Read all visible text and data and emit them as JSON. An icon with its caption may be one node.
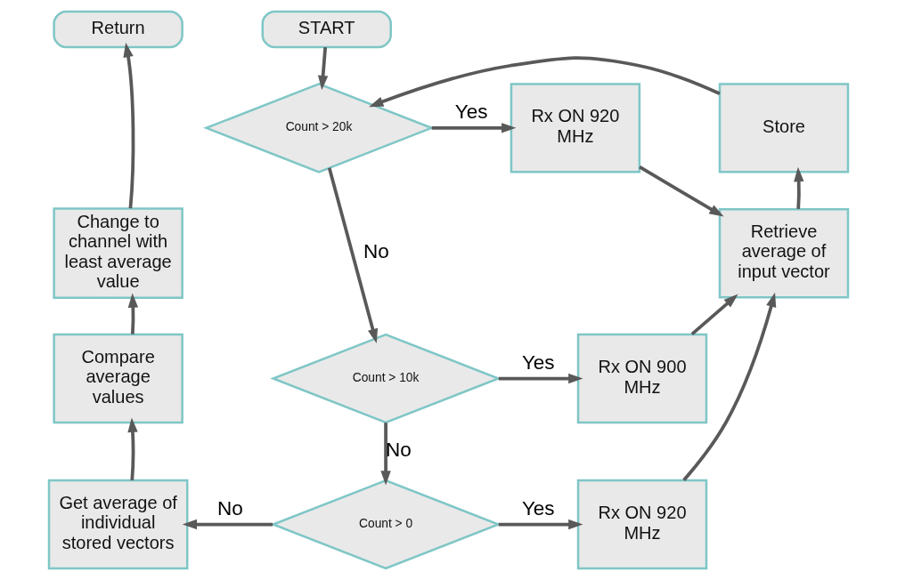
{
  "diagram": {
    "nodes": [
      {
        "text": [
          "Return"
        ]
      },
      {
        "text": [
          "START"
        ]
      },
      {
        "text": [
          "Count > 20k"
        ]
      },
      {
        "text": [
          "Rx ON 920 MHz"
        ]
      },
      {
        "text": [
          "Store"
        ]
      },
      {
        "text": [
          "Change to channel with least average value"
        ]
      },
      {
        "text": [
          "Retrieve average of input vector"
        ]
      },
      {
        "text": [
          "Compare average values"
        ]
      },
      {
        "text": [
          "Count > 10k"
        ]
      },
      {
        "text": [
          "Rx ON 900 MHz"
        ]
      },
      {
        "text": [
          "Get average of individual stored vectors"
        ]
      },
      {
        "text": [
          "Count > 0"
        ]
      },
      {
        "text": [
          "Rx ON 920 MHz"
        ]
      }
    ],
    "edges": [
      {
        "from": 1,
        "to": 2,
        "arrow": "to"
      },
      {
        "from": 2,
        "to": 3,
        "arrow": "to",
        "label": "Yes"
      },
      {
        "from": 2,
        "to": 8,
        "arrow": "to",
        "label": "No"
      },
      {
        "from": 3,
        "to": 6,
        "arrow": "to"
      },
      {
        "from": 6,
        "to": 4,
        "arrow": "to"
      },
      {
        "from": 4,
        "to": 2,
        "arrow": "to"
      },
      {
        "from": 8,
        "to": 9,
        "arrow": "to",
        "label": "Yes"
      },
      {
        "from": 8,
        "to": 11,
        "arrow": "to",
        "label": "No"
      },
      {
        "from": 9,
        "to": 6,
        "arrow": "to"
      },
      {
        "from": 11,
        "to": 12,
        "arrow": "to",
        "label": "Yes"
      },
      {
        "from": 12,
        "to": 6,
        "arrow": "to"
      },
      {
        "from": 11,
        "to": 10,
        "arrow": "to",
        "label": "No"
      },
      {
        "from": 10,
        "to": 7,
        "arrow": "to"
      },
      {
        "from": 7,
        "to": 5,
        "arrow": "to"
      },
      {
        "from": 5,
        "to": 0,
        "arrow": "to"
      }
    ]
  }
}
